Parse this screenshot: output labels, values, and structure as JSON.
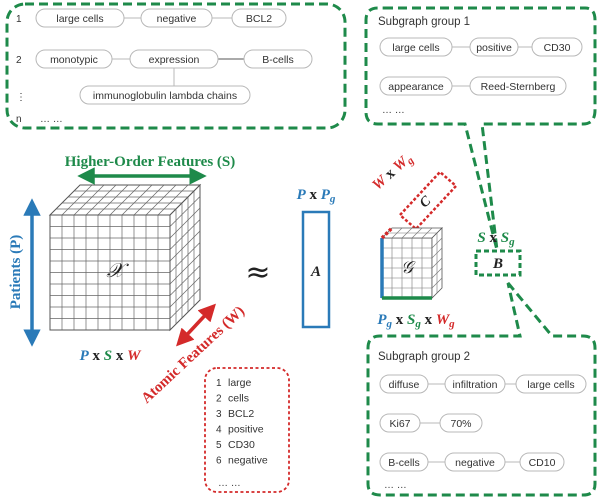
{
  "colors": {
    "green": "#1e8a4a",
    "blue": "#2a7ab8",
    "red": "#d42a2a",
    "node_stroke": "#b8b8b8",
    "grid": "#666666"
  },
  "top_box": {
    "rows": [
      {
        "num": "1",
        "nodes": [
          "large cells",
          "negative",
          "BCL2"
        ]
      },
      {
        "num": "2",
        "nodes": [
          "monotypic",
          "expression",
          "B-cells"
        ],
        "sub_node": "immunoglobulin lambda chains"
      }
    ],
    "vdots": "⋮",
    "last_num": "n",
    "ellipsis": "… …"
  },
  "subgraph1": {
    "title": "Subgraph group 1",
    "row1": [
      "large cells",
      "positive",
      "CD30"
    ],
    "row2": [
      "appearance",
      "Reed-Sternberg"
    ],
    "ellipsis": "… …"
  },
  "subgraph2": {
    "title": "Subgraph group 2",
    "row1": [
      "diffuse",
      "infiltration",
      "large cells"
    ],
    "row2": [
      "Ki67",
      "70%"
    ],
    "row3": [
      "B-cells",
      "negative",
      "CD10"
    ],
    "ellipsis": "… …"
  },
  "tensor": {
    "higher_order_label": "Higher-Order Features (S)",
    "patients_label": "Patients (P)",
    "atomic_label": "Atomic Features (W)",
    "symbol": "𝒳",
    "dims": {
      "p": "P",
      "x1": " x ",
      "s": "S",
      "x2": " x ",
      "w": "W"
    }
  },
  "approx": "≈",
  "factor_a": {
    "symbol": "A",
    "dims": {
      "p": "P",
      "x": " x ",
      "pg": "P",
      "pg_sub": "g"
    }
  },
  "factor_c": {
    "symbol": "C",
    "dims": {
      "w": "W",
      "x": " x ",
      "wg": "W",
      "wg_sub": "g"
    }
  },
  "core": {
    "symbol": "𝒢",
    "dims": {
      "pg": "P",
      "pg_sub": "g",
      "x1": " x ",
      "sg": "S",
      "sg_sub": "g",
      "x2": " x ",
      "wg": "W",
      "wg_sub": "g"
    }
  },
  "factor_b": {
    "symbol": "B",
    "dims": {
      "s": "S",
      "x": " x ",
      "sg": "S",
      "sg_sub": "g"
    }
  },
  "atomic_list": {
    "items": [
      {
        "num": "1",
        "word": "large"
      },
      {
        "num": "2",
        "word": "cells"
      },
      {
        "num": "3",
        "word": "BCL2"
      },
      {
        "num": "4",
        "word": "positive"
      },
      {
        "num": "5",
        "word": "CD30"
      },
      {
        "num": "6",
        "word": "negative"
      }
    ],
    "ellipsis": "… …"
  }
}
